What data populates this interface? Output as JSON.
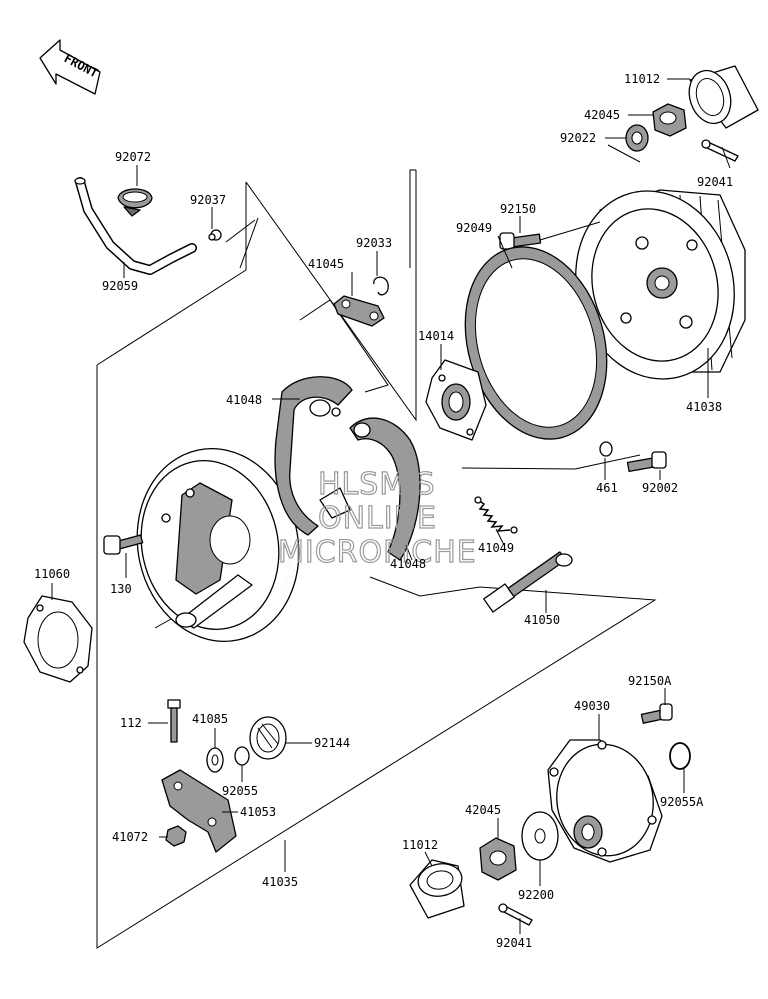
{
  "front_label": "FRONT",
  "watermark": [
    "HLSM'S",
    "ONLINE",
    "MICROFICHE"
  ],
  "parts": {
    "p11012a": "11012",
    "p42045a": "42045",
    "p92022": "92022",
    "p92041a": "92041",
    "p92072": "92072",
    "p92037": "92037",
    "p92059": "92059",
    "p92033": "92033",
    "p41045": "41045",
    "p92150": "92150",
    "p92049": "92049",
    "p14014": "14014",
    "p41038": "41038",
    "p41048a": "41048",
    "p461": "461",
    "p92002": "92002",
    "p41049": "41049",
    "p41048b": "41048",
    "p130": "130",
    "p11060": "11060",
    "p41050": "41050",
    "p92150a": "92150A",
    "p49030": "49030",
    "p112": "112",
    "p41085": "41085",
    "p92144": "92144",
    "p92055": "92055",
    "p92055a": "92055A",
    "p41053": "41053",
    "p41072": "41072",
    "p42045b": "42045",
    "p11012b": "11012",
    "p92200": "92200",
    "p41035": "41035",
    "p92041b": "92041"
  }
}
